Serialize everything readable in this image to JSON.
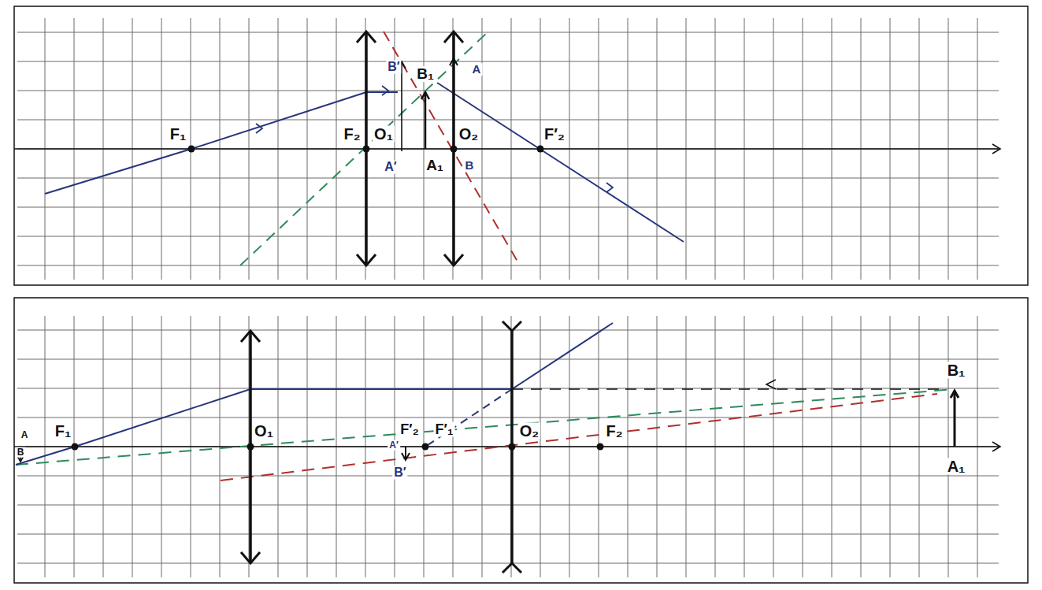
{
  "diagram": {
    "labels": [
      "F₁",
      "F₂",
      "O₁",
      "O₂",
      "F′₂",
      "A₁",
      "B₁",
      "B′",
      "A′",
      "A",
      "B",
      "A",
      "B",
      "F₁",
      "O₁",
      "F′₂",
      "F′₁",
      "O₂",
      "F₂",
      "B₁",
      "A₁",
      "A′",
      "B′"
    ]
  }
}
